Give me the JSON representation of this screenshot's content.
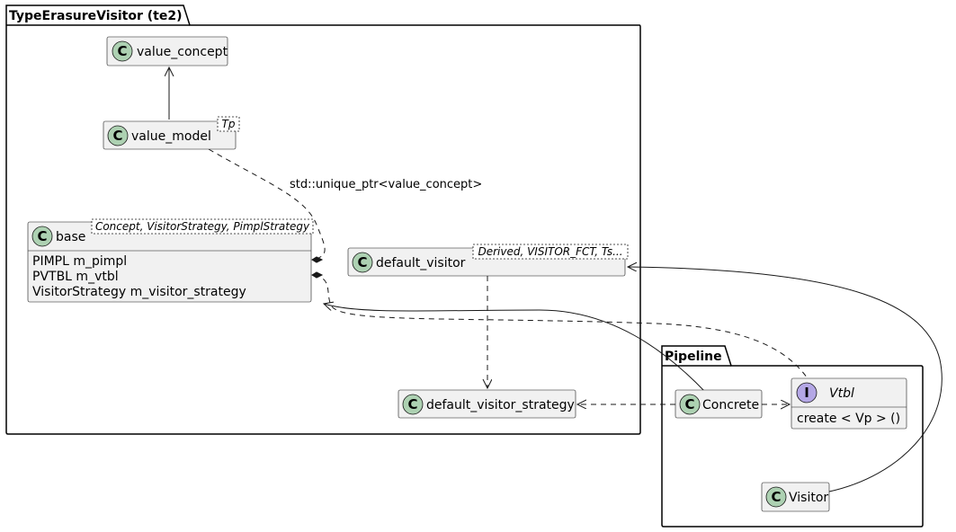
{
  "packages": {
    "te2": "TypeErasureVisitor (te2)",
    "pipeline": "Pipeline"
  },
  "classes": {
    "value_concept": {
      "name": "value_concept",
      "stereotype": "C"
    },
    "value_model": {
      "name": "value_model",
      "template": "Tp",
      "stereotype": "C"
    },
    "base": {
      "name": "base",
      "template": "Concept, VisitorStrategy, PimplStrategy",
      "stereotype": "C",
      "fields": [
        "PIMPL m_pimpl",
        "PVTBL m_vtbl",
        "VisitorStrategy m_visitor_strategy"
      ]
    },
    "default_visitor": {
      "name": "default_visitor",
      "template": "Derived, VISITOR_FCT, Ts...",
      "stereotype": "C"
    },
    "default_visitor_strategy": {
      "name": "default_visitor_strategy",
      "stereotype": "C"
    },
    "concrete": {
      "name": "Concrete",
      "stereotype": "C"
    },
    "vtbl": {
      "name": "Vtbl",
      "stereotype": "I",
      "methods": [
        "create < Vp > ()"
      ]
    },
    "visitor": {
      "name": "Visitor",
      "stereotype": "C"
    }
  },
  "relations": {
    "value_model_to_base_label": "std::unique_ptr<value_concept>"
  },
  "colors": {
    "class_circle": "#add1b2",
    "interface_circle": "#b4a7e5",
    "box_fill": "#f1f1f1",
    "border": "#181818"
  }
}
